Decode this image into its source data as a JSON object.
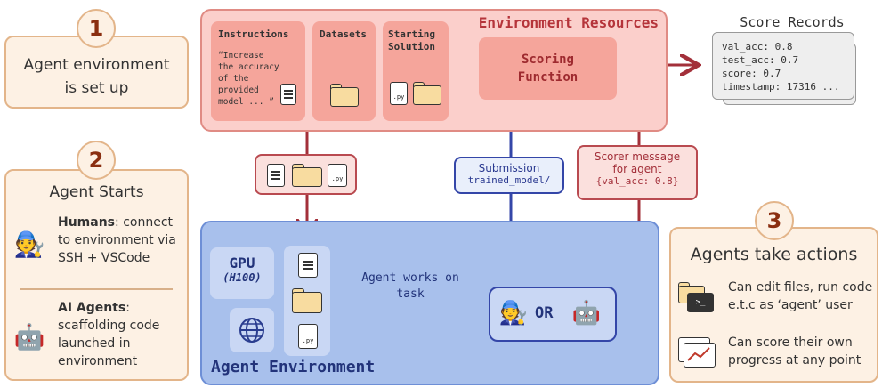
{
  "steps": [
    {
      "number": "1",
      "lines": [
        "Agent environment",
        "is set up"
      ]
    },
    {
      "number": "2",
      "title": "Agent Starts",
      "humans_label": "Humans",
      "humans_text": ": connect to environment via SSH + VSCode",
      "ai_label": "AI Agents",
      "ai_text": ": scaffolding code launched in environment"
    },
    {
      "number": "3",
      "title": "Agents take actions",
      "action1": "Can edit files, run code e.t.c as ‘agent’ user",
      "action2": "Can score their own progress at any point"
    }
  ],
  "resources": {
    "title": "Environment Resources",
    "instructions_title": "Instructions",
    "instructions_text": "“Increase the accuracy of the provided model ... ”",
    "datasets_title": "Datasets",
    "starting_title": "Starting Solution",
    "scoring_label": "Scoring Function",
    "py_label": ".py"
  },
  "score_records": {
    "title": "Score Records",
    "lines": [
      "val_acc: 0.8",
      "test_acc: 0.7",
      "score: 0.7",
      "timestamp: 17316 ..."
    ]
  },
  "submission": {
    "label": "Submission",
    "code": "trained_model/"
  },
  "scorer_message": {
    "line1": "Scorer message",
    "line2": "for agent",
    "code": "{val_acc: 0.8}"
  },
  "agent_env": {
    "title": "Agent Environment",
    "gpu_label": "GPU",
    "gpu_model": "(H100)",
    "works_label": "Agent works on task",
    "or_label": "OR"
  },
  "icons": {
    "human": "person-with-wrench",
    "robot": "robot-face",
    "globe": "globe-icon",
    "terminal": "terminal-icon",
    "chart": "chart-icon"
  },
  "colors": {
    "resource_bg": "#fbcfcb",
    "resource_border": "#e08b84",
    "card_bg": "#f5a59b",
    "agent_bg": "#a8c0ec",
    "agent_border": "#6e8fd6",
    "step_bg": "#fdf1e4",
    "step_border": "#e3b58a",
    "red_arrow": "#a3303a",
    "blue_arrow": "#3446a8"
  }
}
